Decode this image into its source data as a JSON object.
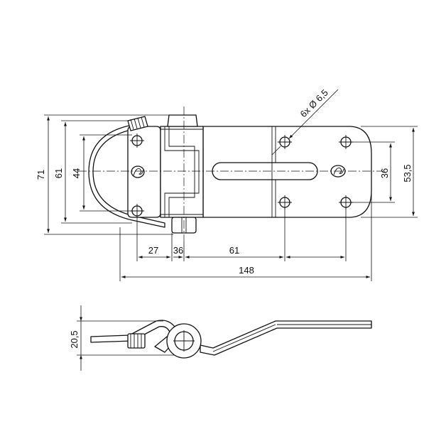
{
  "dimensions": {
    "height_total": "71",
    "height_mid": "61",
    "height_inner": "44",
    "width_total": "148",
    "seg_27": "27",
    "seg_36": "36",
    "seg_61": "61",
    "hole_spacing": "36",
    "right_height": "53,5",
    "hole_callout": "6x Ø 6,5",
    "side_height": "20,5"
  },
  "colors": {
    "line": "#111111",
    "background": "#ffffff"
  }
}
